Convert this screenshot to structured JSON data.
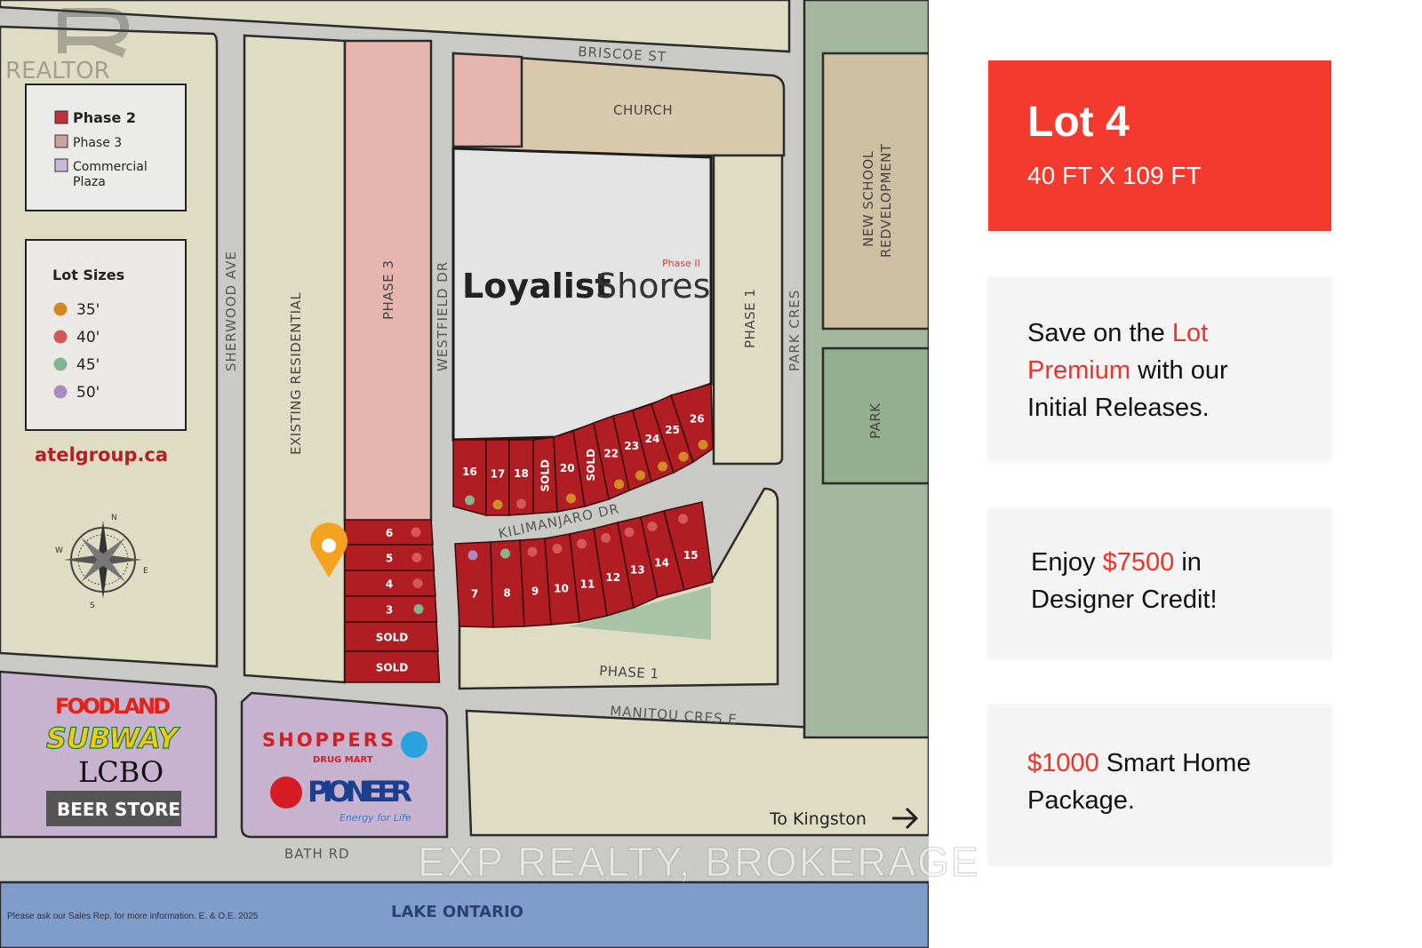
{
  "map": {
    "streets": {
      "briscoe": "BRISCOE ST",
      "sherwood": "SHERWOOD AVE",
      "westfield": "WESTFIELD DR",
      "park_cres": "PARK CRES",
      "kilimanjaro": "KILIMANJARO DR",
      "manitou": "MANITOU CRES E",
      "bath": "BATH RD"
    },
    "areas": {
      "church": "CHURCH",
      "new_school_1": "NEW SCHOOL",
      "new_school_2": "REDVELOPMENT",
      "park": "PARK",
      "phase1_right": "PHASE 1",
      "phase1_bottom": "PHASE 1",
      "phase3": "PHASE 3",
      "existing": "EXISTING RESIDENTIAL",
      "lake": "LAKE ONTARIO"
    },
    "project_logo": {
      "name_bold": "Loyalist",
      "name_light": "Shores",
      "tag": "Phase II"
    },
    "phase_legend": [
      {
        "label": "Phase 2",
        "color": "#c0323a"
      },
      {
        "label": "Phase 3",
        "color": "#c9a39b"
      },
      {
        "label": "Commercial",
        "label2": "Plaza",
        "color": "#cbb8d8"
      }
    ],
    "lot_size_legend": {
      "title": "Lot Sizes",
      "items": [
        {
          "label": "35'",
          "color": "#d38a25"
        },
        {
          "label": "40'",
          "color": "#d2585b"
        },
        {
          "label": "45'",
          "color": "#86b38f"
        },
        {
          "label": "50'",
          "color": "#a98bbf"
        }
      ]
    },
    "website": "atelgroup.ca",
    "compass": {
      "n": "N",
      "s": "S",
      "e": "E",
      "w": "W"
    },
    "upper_lots": [
      {
        "label": "16",
        "size": "45'"
      },
      {
        "label": "17",
        "size": "35'"
      },
      {
        "label": "18",
        "size": "40'"
      },
      {
        "label": "SOLD"
      },
      {
        "label": "20",
        "size": "35'"
      },
      {
        "label": "SOLD"
      },
      {
        "label": "22",
        "size": "35'"
      },
      {
        "label": "23",
        "size": "35'"
      },
      {
        "label": "24",
        "size": "35'"
      },
      {
        "label": "25",
        "size": "35'"
      },
      {
        "label": "26",
        "size": "35'"
      }
    ],
    "lower_lots": [
      {
        "label": "7",
        "size": "50'"
      },
      {
        "label": "8",
        "size": "45'"
      },
      {
        "label": "9",
        "size": "40'"
      },
      {
        "label": "10",
        "size": "40'"
      },
      {
        "label": "11",
        "size": "40'"
      },
      {
        "label": "12",
        "size": "40'"
      },
      {
        "label": "13",
        "size": "40'"
      },
      {
        "label": "14",
        "size": "40'"
      },
      {
        "label": "15",
        "size": "40'"
      }
    ],
    "west_lots": [
      {
        "label": "6",
        "size": "40'"
      },
      {
        "label": "5",
        "size": "40'"
      },
      {
        "label": "4",
        "size": "40'"
      },
      {
        "label": "3",
        "size": "45'"
      },
      {
        "label": "SOLD"
      },
      {
        "label": "SOLD"
      }
    ],
    "stores": {
      "foodland": "FOODLAND",
      "subway": "SUBWAY",
      "lcbo": "LCBO",
      "beer_store": "BEER STORE",
      "shoppers": "SHOPPERS",
      "shoppers_sub": "DRUG MART",
      "pioneer": "PIONEER",
      "pioneer_tag": "Energy for Life"
    },
    "to_kingston": "To Kingston",
    "lot_fill": "#b01e24",
    "disclaimer": "Please ask our Sales Rep. for more information. E. & O.E. 2025",
    "watermark_realtor": "REALTOR",
    "watermark_brokerage": "EXP REALTY, BROKERAGE"
  },
  "panel": {
    "lot_title": "Lot 4",
    "lot_dims": "40 FT X 109 FT",
    "card1": {
      "a": "Save on the ",
      "b": "Lot",
      "c": "Premium",
      "d": " with our",
      "e": "Initial Releases."
    },
    "card2": {
      "a": "Enjoy ",
      "b": "$7500",
      "c": " in",
      "d": "Designer Credit!"
    },
    "card3": {
      "a": "$1000",
      "b": " Smart Home",
      "c": "Package."
    }
  }
}
